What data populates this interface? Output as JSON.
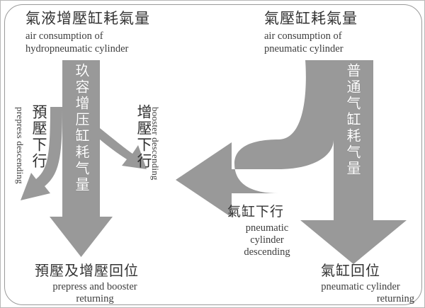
{
  "diagram": {
    "title_left": {
      "cjk": "氣液增壓缸耗氣量",
      "en_line1": "air consumption of",
      "en_line2": "hydropneumatic cylinder"
    },
    "title_right": {
      "cjk": "氣壓缸耗氣量",
      "en_line1": "air consumption of",
      "en_line2": "pneumatic cylinder"
    },
    "arrow_main_left_label": "玖容增压缸耗气量",
    "arrow_main_right_label": "普通气缸耗气量",
    "branch_prepress": {
      "cjk": "預壓下行",
      "en": "prepress descending"
    },
    "branch_booster": {
      "cjk": "增壓下行",
      "en": "booster descending"
    },
    "branch_pneumatic": {
      "cjk": "氣缸下行",
      "en_line1": "pneumatic",
      "en_line2": "cylinder",
      "en_line3": "descending"
    },
    "footer_left": {
      "cjk": "預壓及增壓回位",
      "en_line1": "prepress and booster",
      "en_line2": "returning"
    },
    "footer_right": {
      "cjk": "氣缸回位",
      "en_line1": "pneumatic cylinder",
      "en_line2": "returning"
    },
    "colors": {
      "arrow_fill": "#999999",
      "frame_border": "#9a9a9a",
      "outer_border": "#b8b8b8",
      "text_dark": "#333333",
      "text_light": "#ffffff",
      "background": "#ffffff"
    }
  }
}
